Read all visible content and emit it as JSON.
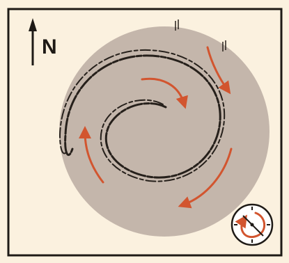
{
  "compass": {
    "north_label": "N"
  },
  "map": {
    "features": [
      "spiral-groove",
      "flow-arrows"
    ],
    "flow_direction": "clockwise",
    "colors": {
      "background": "#fbf1df",
      "frame": "#1e1a16",
      "disc": "#c4b6ab",
      "groove": "#26201b",
      "arrow": "#d2552f"
    }
  },
  "rotation_dial": {
    "icon": "rotation-clock-icon",
    "direction": "clockwise"
  }
}
